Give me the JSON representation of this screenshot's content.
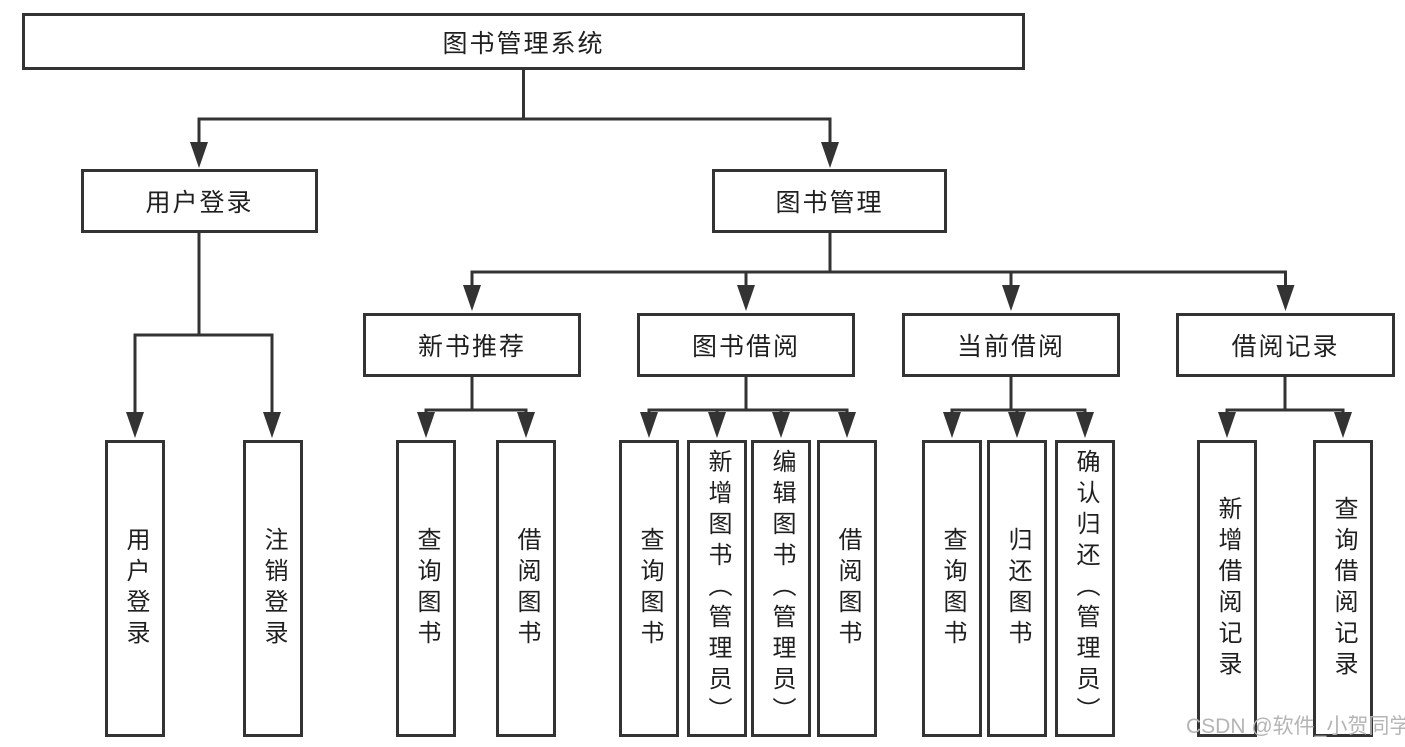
{
  "root": {
    "label": "图书管理系统"
  },
  "branches": [
    {
      "label": "用户登录",
      "children": [
        {
          "label": "用户登录"
        },
        {
          "label": "注销登录"
        }
      ]
    },
    {
      "label": "图书管理",
      "sections": [
        {
          "label": "新书推荐",
          "children": [
            {
              "label": "查询图书"
            },
            {
              "label": "借阅图书"
            }
          ]
        },
        {
          "label": "图书借阅",
          "children": [
            {
              "label": "查询图书"
            },
            {
              "label": "新增图书（管理员）"
            },
            {
              "label": "编辑图书（管理员）"
            },
            {
              "label": "借阅图书"
            }
          ]
        },
        {
          "label": "当前借阅",
          "children": [
            {
              "label": "查询图书"
            },
            {
              "label": "归还图书"
            },
            {
              "label": "确认归还（管理员）"
            }
          ]
        },
        {
          "label": "借阅记录",
          "children": [
            {
              "label": "新增借阅记录"
            },
            {
              "label": "查询借阅记录"
            }
          ]
        }
      ]
    }
  ],
  "watermark": {
    "text": "CSDN @软件_小贺同学"
  },
  "colors": {
    "line": "#333333",
    "text": "#1f1f1f",
    "watermark": "#b5b5b5",
    "bg": "#ffffff"
  }
}
